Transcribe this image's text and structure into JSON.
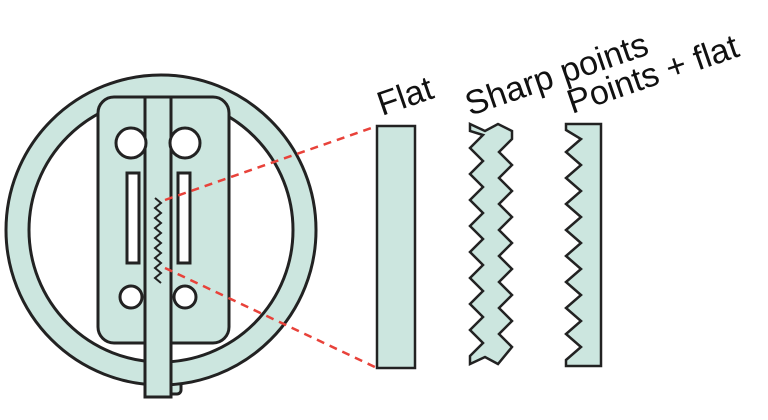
{
  "labels": {
    "flat": "Flat",
    "sharp_points": "Sharp points",
    "points_flat": "Points + flat"
  },
  "colors": {
    "fill": "#cce6df",
    "stroke": "#222222",
    "callout": "#e8423a",
    "background": "#ffffff"
  }
}
